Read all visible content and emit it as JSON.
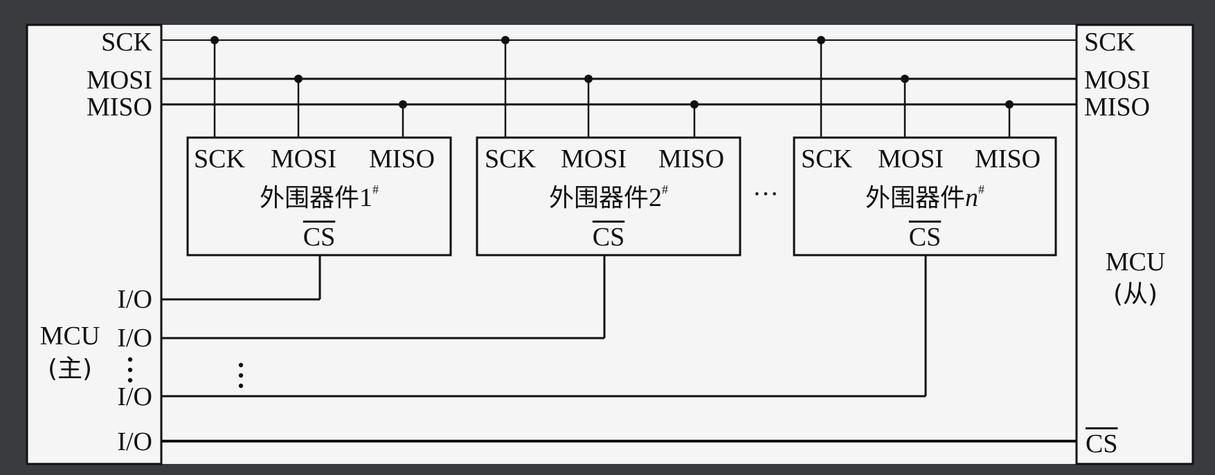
{
  "master": {
    "title": "MCU",
    "role": "(主)",
    "bus_pins": [
      "SCK",
      "MOSI",
      "MISO"
    ],
    "io_label": "I/O",
    "io_ellipsis": "⋮"
  },
  "slave": {
    "title": "MCU",
    "role": "(从)",
    "bus_pins": [
      "SCK",
      "MOSI",
      "MISO"
    ],
    "cs_label": "CS"
  },
  "peripherals": [
    {
      "pins": [
        "SCK",
        "MOSI",
        "MISO"
      ],
      "name": "外围器件",
      "index": "1",
      "index_italic": false,
      "suffix": "#",
      "cs_label": "CS"
    },
    {
      "pins": [
        "SCK",
        "MOSI",
        "MISO"
      ],
      "name": "外围器件",
      "index": "2",
      "index_italic": false,
      "suffix": "#",
      "cs_label": "CS"
    },
    {
      "pins": [
        "SCK",
        "MOSI",
        "MISO"
      ],
      "name": "外围器件",
      "index": "n",
      "index_italic": true,
      "suffix": "#",
      "cs_label": "CS"
    }
  ],
  "between_devices_ellipsis": "···",
  "io_middle_ellipsis": "⋮",
  "colors": {
    "background": "#3a3b3f",
    "panel": "#f5f5f5",
    "line": "#111111"
  }
}
